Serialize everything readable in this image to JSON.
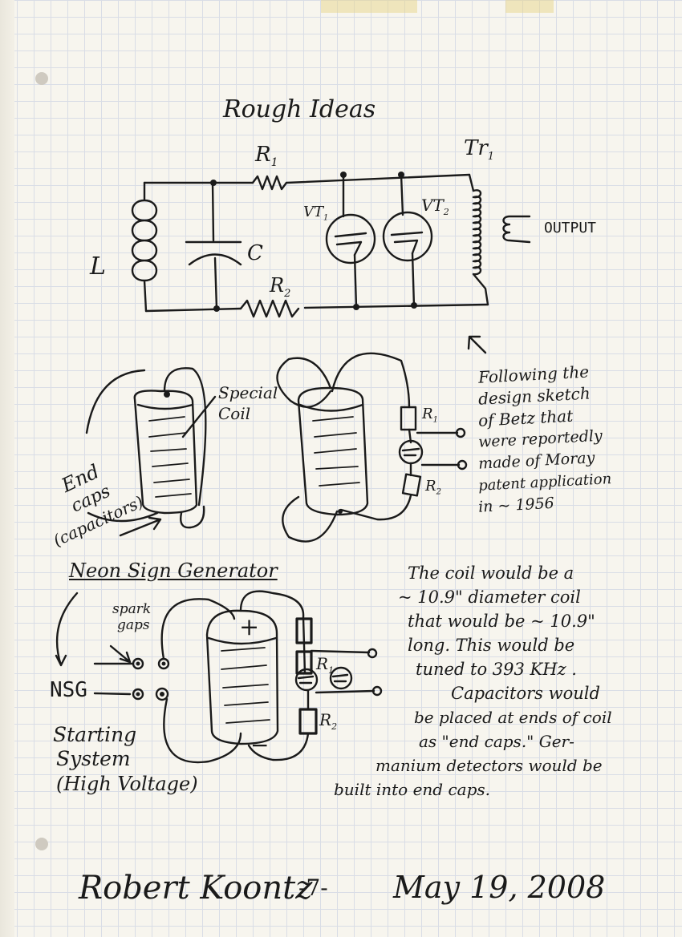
{
  "header": {
    "title": "Rough Ideas"
  },
  "circuit": {
    "r1": "R",
    "r1_sub": "1",
    "r2": "R",
    "r2_sub": "2",
    "capacitor": "C",
    "inductor": "L",
    "vt1": "VT",
    "vt1_sub": "1",
    "vt2": "VT",
    "vt2_sub": "2",
    "transformer": "Tr",
    "transformer_sub": "1",
    "output": "OUTPUT"
  },
  "coils": {
    "special_coil_line1": "Special",
    "special_coil_line2": "Coil",
    "end_caps_line1": "End",
    "end_caps_line2": "caps",
    "end_caps_line3": "(capacitors)",
    "r1": "R",
    "r1_sub": "1",
    "r2": "R",
    "r2_sub": "2"
  },
  "note_right": {
    "lines": [
      "Following the",
      "design sketch",
      "of  Betz that",
      "were reportedly",
      "made of Moray",
      "patent application",
      "in ~ 1956"
    ]
  },
  "neon": {
    "title": "Neon Sign Generator",
    "spark_gaps_line1": "spark",
    "spark_gaps_line2": "gaps",
    "nsg": "NSG",
    "plus": "+",
    "minus": "−",
    "r1": "R",
    "r1_sub": "1",
    "r2": "R",
    "r2_sub": "2",
    "starting_line1": "Starting",
    "starting_line2": "System",
    "starting_line3": "(High Voltage)"
  },
  "note_coil": {
    "lines": [
      "The coil would be a",
      "~ 10.9\" diameter coil",
      "that would be ~ 10.9\"",
      "long. This would be",
      "tuned to 393 KHz .",
      "Capacitors would",
      "be placed at ends of coil",
      "as \"end caps.\" Ger-",
      "manium detectors would be",
      "built into end caps."
    ]
  },
  "footer": {
    "signature": "Robert Koontz",
    "page_number": "-7-",
    "date": "May 19, 2008"
  }
}
